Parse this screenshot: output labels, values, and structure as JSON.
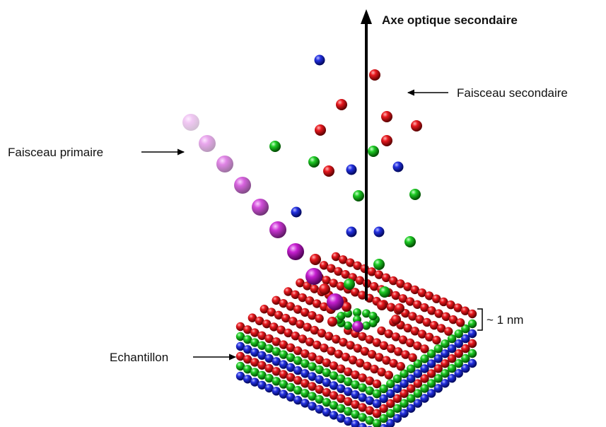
{
  "labels": {
    "axis": "Axe optique secondaire",
    "secondary_beam": "Faisceau secondaire",
    "primary_beam": "Faisceau primaire",
    "thickness": "~ 1 nm",
    "sample": "Echantillon"
  },
  "colors": {
    "red": "#e0141a",
    "green": "#16c21c",
    "blue": "#1c26d8",
    "magenta": "#c21ccb",
    "arrow": "#000000"
  },
  "sample_layers_top_to_bottom": [
    "red",
    "green",
    "blue",
    "red",
    "green",
    "blue"
  ]
}
